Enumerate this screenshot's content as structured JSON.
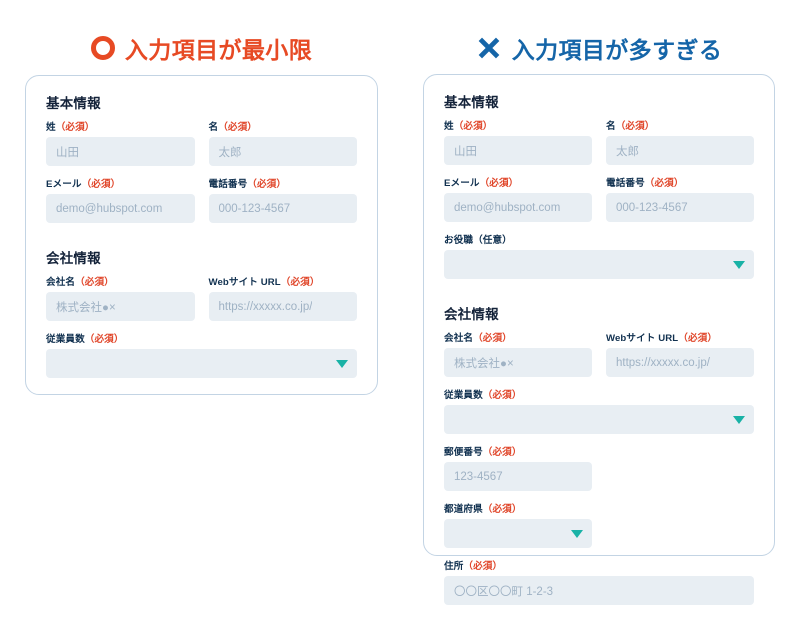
{
  "columns": [
    {
      "id": "good",
      "icon": "circle-icon",
      "icon_color": "#e74a24",
      "title": "入力項目が最小限",
      "sections": [
        {
          "heading": "基本情報",
          "rows": [
            [
              {
                "label": "姓",
                "requirement": "（必須）",
                "required": true,
                "control": "text",
                "placeholder": "山田",
                "width": "half"
              },
              {
                "label": "名",
                "requirement": "（必須）",
                "required": true,
                "control": "text",
                "placeholder": "太郎",
                "width": "half"
              }
            ],
            [
              {
                "label": "Eメール",
                "requirement": "（必須）",
                "required": true,
                "control": "text",
                "placeholder": "demo@hubspot.com",
                "width": "half"
              },
              {
                "label": "電話番号",
                "requirement": "（必須）",
                "required": true,
                "control": "text",
                "placeholder": "000-123-4567",
                "width": "half"
              }
            ]
          ]
        },
        {
          "heading": "会社情報",
          "rows": [
            [
              {
                "label": "会社名",
                "requirement": "（必須）",
                "required": true,
                "control": "text",
                "placeholder": "株式会社●×",
                "width": "half"
              },
              {
                "label": "Webサイト URL",
                "requirement": "（必須）",
                "required": true,
                "control": "text",
                "placeholder": "https://xxxxx.co.jp/",
                "width": "half"
              }
            ],
            [
              {
                "label": "従業員数",
                "requirement": "（必須）",
                "required": true,
                "control": "select",
                "placeholder": "",
                "width": "full"
              }
            ]
          ]
        }
      ]
    },
    {
      "id": "bad",
      "icon": "cross-icon",
      "icon_color": "#1565a8",
      "title": "入力項目が多すぎる",
      "sections": [
        {
          "heading": "基本情報",
          "rows": [
            [
              {
                "label": "姓",
                "requirement": "（必須）",
                "required": true,
                "control": "text",
                "placeholder": "山田",
                "width": "half"
              },
              {
                "label": "名",
                "requirement": "（必須）",
                "required": true,
                "control": "text",
                "placeholder": "太郎",
                "width": "half"
              }
            ],
            [
              {
                "label": "Eメール",
                "requirement": "（必須）",
                "required": true,
                "control": "text",
                "placeholder": "demo@hubspot.com",
                "width": "half"
              },
              {
                "label": "電話番号",
                "requirement": "（必須）",
                "required": true,
                "control": "text",
                "placeholder": "000-123-4567",
                "width": "half"
              }
            ],
            [
              {
                "label": "お役職",
                "requirement": "（任意）",
                "required": false,
                "control": "select",
                "placeholder": "",
                "width": "full"
              }
            ]
          ]
        },
        {
          "heading": "会社情報",
          "rows": [
            [
              {
                "label": "会社名",
                "requirement": "（必須）",
                "required": true,
                "control": "text",
                "placeholder": "株式会社●×",
                "width": "half"
              },
              {
                "label": "Webサイト URL",
                "requirement": "（必須）",
                "required": true,
                "control": "text",
                "placeholder": "https://xxxxx.co.jp/",
                "width": "half"
              }
            ],
            [
              {
                "label": "従業員数",
                "requirement": "（必須）",
                "required": true,
                "control": "select",
                "placeholder": "",
                "width": "full"
              }
            ],
            [
              {
                "label": "郵便番号",
                "requirement": "（必須）",
                "required": true,
                "control": "text",
                "placeholder": "123-4567",
                "width": "half"
              }
            ],
            [
              {
                "label": "都道府県",
                "requirement": "（必須）",
                "required": true,
                "control": "select",
                "placeholder": "",
                "width": "half"
              }
            ],
            [
              {
                "label": "住所",
                "requirement": "（必須）",
                "required": true,
                "control": "text",
                "placeholder": "〇〇区〇〇町 1-2-3",
                "width": "full"
              }
            ]
          ]
        }
      ]
    }
  ],
  "theme": {
    "accent_good": "#e74a24",
    "accent_bad": "#1565a8",
    "card_border": "#c3d4e4",
    "input_bg": "#e8eef3",
    "placeholder_text": "#9fb2c4",
    "label_text": "#10304f",
    "required_text": "#e0462a",
    "caret_color": "#19b2a6"
  }
}
